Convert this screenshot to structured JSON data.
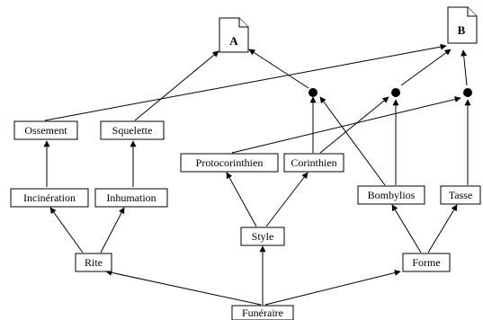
{
  "documents": {
    "A": "A",
    "B": "B"
  },
  "nodes": {
    "ossement": "Ossement",
    "squelette": "Squelette",
    "protocorinthien": "Protocorinthien",
    "corinthien": "Corinthien",
    "incineration": "Incinération",
    "inhumation": "Inhumation",
    "bombylios": "Bombylios",
    "tasse": "Tasse",
    "style": "Style",
    "rite": "Rite",
    "forme": "Forme",
    "funeraire": "Funéraire"
  }
}
